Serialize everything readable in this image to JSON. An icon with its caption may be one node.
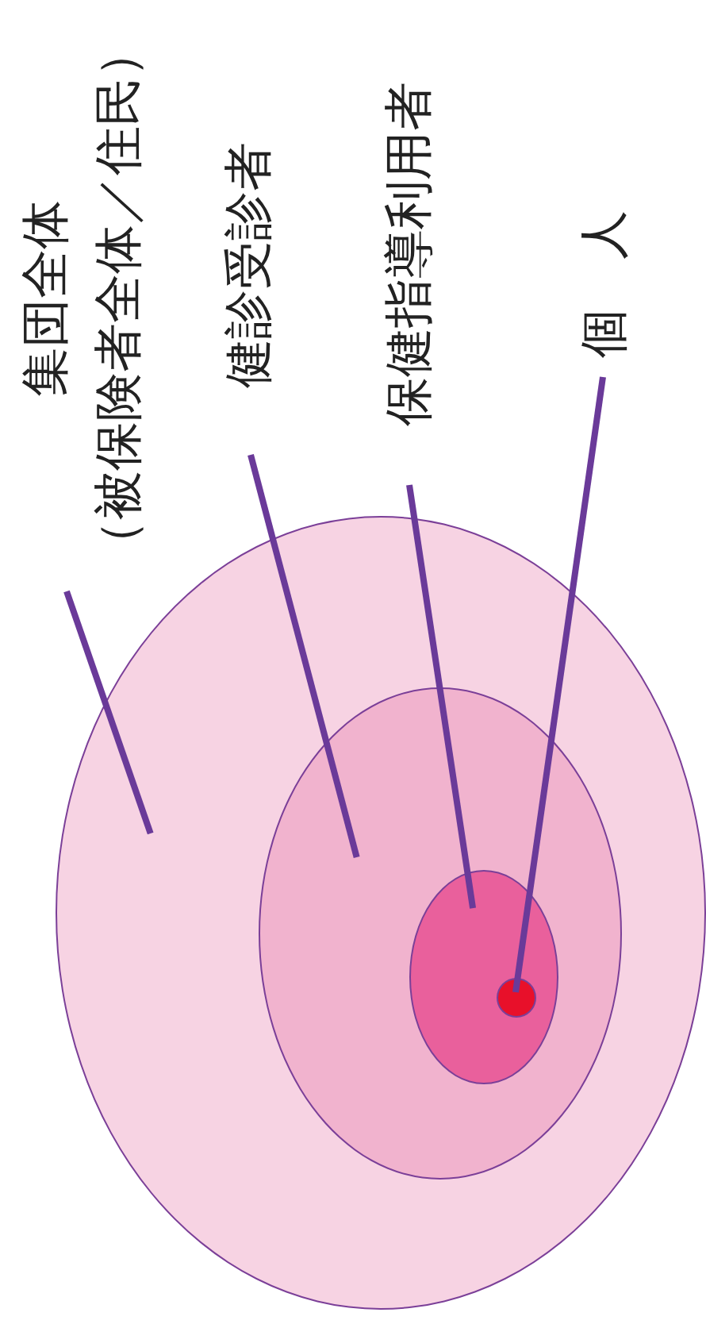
{
  "diagram": {
    "nodes": [
      {
        "text": [
          "集団全体",
          "（被保険者全体／住民）"
        ]
      },
      {
        "text": [
          "健診受診者"
        ]
      },
      {
        "text": [
          "保健指導利用者"
        ]
      },
      {
        "text": [
          "個　人"
        ]
      },
      {
        "text": [],
        "shape": "circle"
      },
      {
        "text": [],
        "shape": "circle",
        "in": 4
      },
      {
        "text": [],
        "shape": "circle",
        "in": 5
      },
      {
        "text": [],
        "shape": "circle",
        "in": 6
      }
    ],
    "edges": [
      {
        "from": 0,
        "to": 4,
        "arrow": "none"
      },
      {
        "from": 1,
        "to": 5,
        "arrow": "none"
      },
      {
        "from": 2,
        "to": 6,
        "arrow": "none"
      },
      {
        "from": 3,
        "to": 7,
        "arrow": "none"
      }
    ]
  }
}
